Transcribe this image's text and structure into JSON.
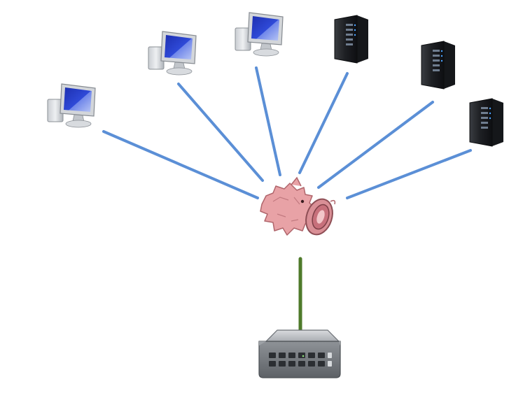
{
  "diagram": {
    "nodes": [
      {
        "id": "workstation-1",
        "kind": "workstation",
        "icon": "desktop-computer-icon"
      },
      {
        "id": "workstation-2",
        "kind": "workstation",
        "icon": "desktop-computer-icon"
      },
      {
        "id": "workstation-3",
        "kind": "workstation",
        "icon": "desktop-computer-icon"
      },
      {
        "id": "server-1",
        "kind": "server",
        "icon": "server-tower-icon"
      },
      {
        "id": "server-2",
        "kind": "server",
        "icon": "server-tower-icon"
      },
      {
        "id": "server-3",
        "kind": "server",
        "icon": "server-tower-icon"
      },
      {
        "id": "hub",
        "kind": "hub",
        "icon": "pig-mascot-icon"
      },
      {
        "id": "network-switch",
        "kind": "switch",
        "icon": "network-switch-icon"
      }
    ],
    "edges": [
      {
        "from": "workstation-1",
        "to": "hub",
        "color": "#5b8fd6"
      },
      {
        "from": "workstation-2",
        "to": "hub",
        "color": "#5b8fd6"
      },
      {
        "from": "workstation-3",
        "to": "hub",
        "color": "#5b8fd6"
      },
      {
        "from": "server-1",
        "to": "hub",
        "color": "#5b8fd6"
      },
      {
        "from": "server-2",
        "to": "hub",
        "color": "#5b8fd6"
      },
      {
        "from": "server-3",
        "to": "hub",
        "color": "#5b8fd6"
      },
      {
        "from": "hub",
        "to": "network-switch",
        "color": "#4e7a2a"
      }
    ]
  }
}
